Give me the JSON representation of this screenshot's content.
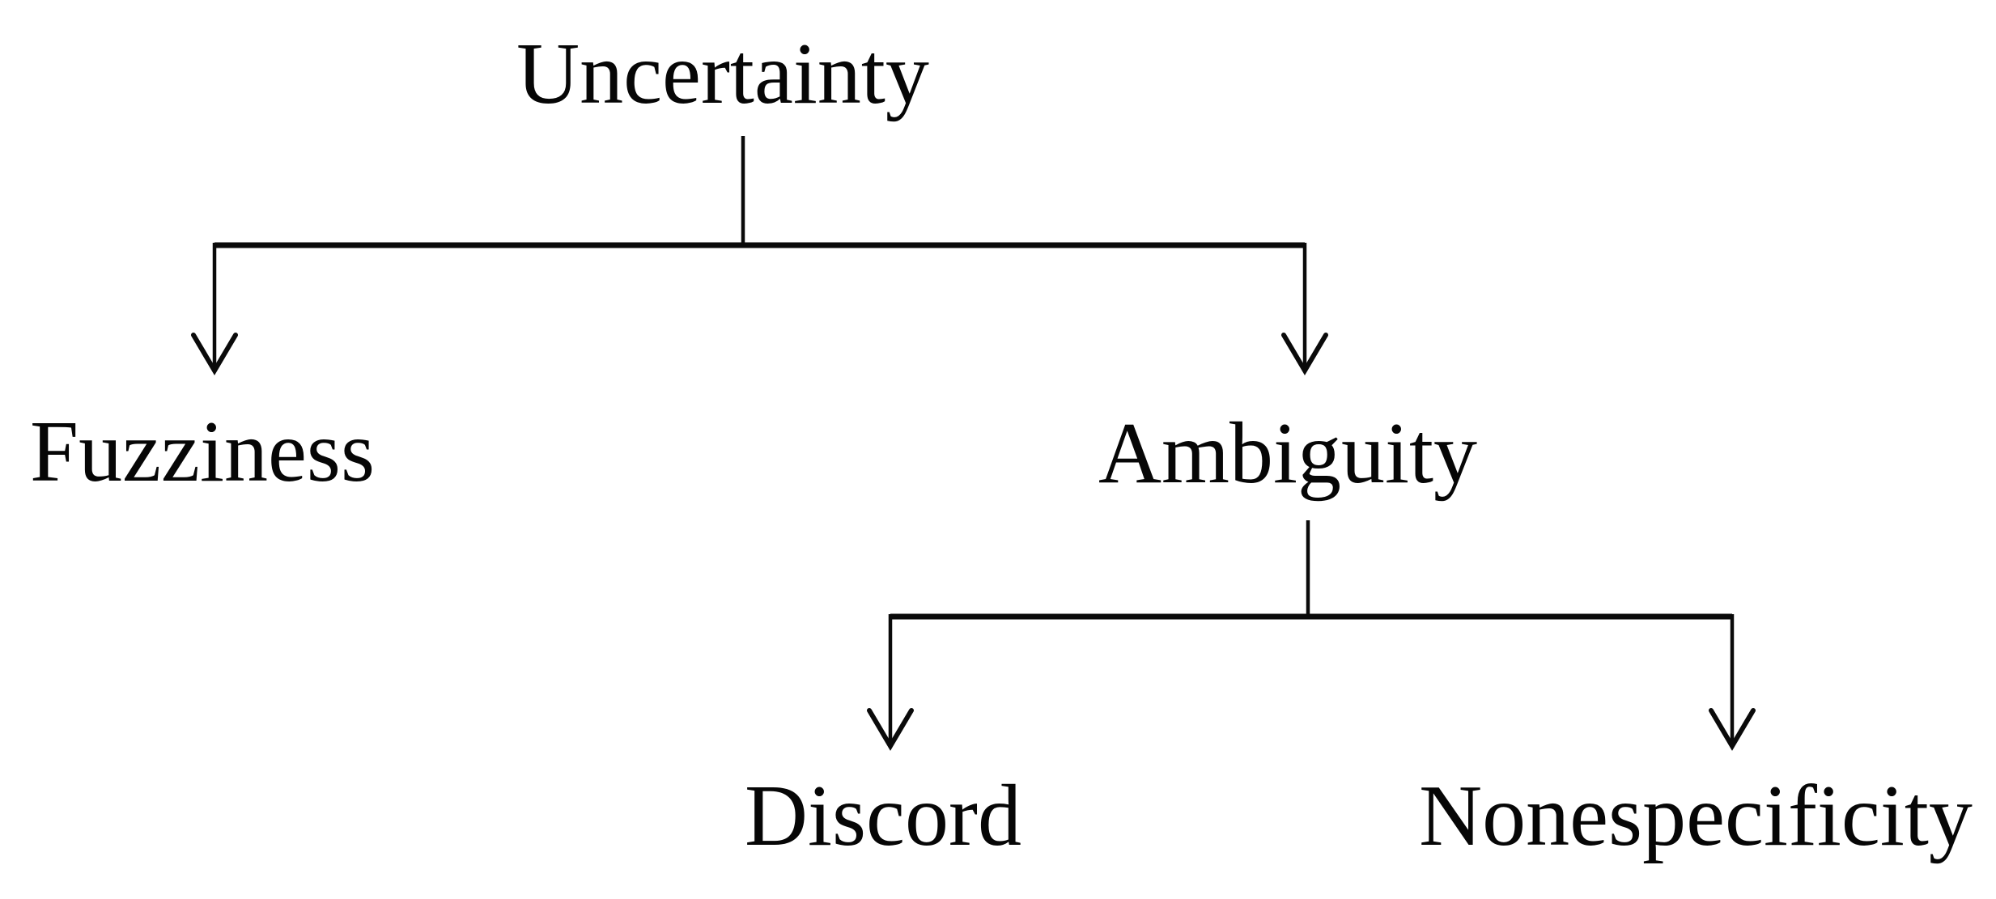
{
  "diagram": {
    "type": "tree",
    "title": "Uncertainty taxonomy tree",
    "background_color": "#ffffff",
    "line_color": "#0a0a0a",
    "text_color": "#060606",
    "nodes": {
      "root": {
        "label": "Uncertainty",
        "level": 0,
        "children": [
          "Fuzziness",
          "Ambiguity"
        ]
      },
      "fuzziness": {
        "label": "Fuzziness",
        "level": 1,
        "children": []
      },
      "ambiguity": {
        "label": "Ambiguity",
        "level": 1,
        "children": [
          "Discord",
          "Nonespecificity"
        ]
      },
      "discord": {
        "label": "Discord",
        "level": 2,
        "children": []
      },
      "nonespecificity": {
        "label": "Nonespecificity",
        "level": 2,
        "children": []
      }
    },
    "edges": [
      {
        "from": "Uncertainty",
        "to": "Fuzziness"
      },
      {
        "from": "Uncertainty",
        "to": "Ambiguity"
      },
      {
        "from": "Ambiguity",
        "to": "Discord"
      },
      {
        "from": "Ambiguity",
        "to": "Nonespecificity"
      }
    ]
  }
}
